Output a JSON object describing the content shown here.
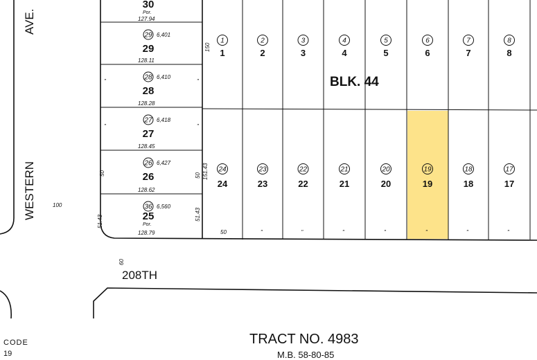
{
  "block_label": "BLK. 44",
  "streets": {
    "west": [
      "WESTERN",
      "AVE."
    ],
    "south": "208TH",
    "west_width": "100",
    "south_width": "60"
  },
  "tract": {
    "title": "TRACT  NO. 4983",
    "ref": "M.B. 58-80-85"
  },
  "code": {
    "label": "CODE",
    "value": "19"
  },
  "highlight_color": "#fde38a",
  "highlighted_lot": "19",
  "left_lots": [
    {
      "circle": "",
      "lot": "30",
      "area": "",
      "por": "Por.",
      "depth": "127.94"
    },
    {
      "circle": "29",
      "lot": "29",
      "area": "6,401",
      "por": "",
      "depth": "128.11"
    },
    {
      "circle": "28",
      "lot": "28",
      "area": "6,410",
      "por": "",
      "depth": "128.28"
    },
    {
      "circle": "27",
      "lot": "27",
      "area": "6,418",
      "por": "",
      "depth": "128.45"
    },
    {
      "circle": "26",
      "lot": "26",
      "area": "6,427",
      "por": "",
      "depth": "128.62"
    },
    {
      "circle": "36",
      "lot": "25",
      "area": "6,560",
      "por": "Por.",
      "depth": "128.79"
    }
  ],
  "left_dims": {
    "frontage": "50",
    "side": "151.43",
    "corner": "51.43",
    "rear": "150",
    "ditto": "\""
  },
  "top_lots": [
    {
      "circle": "1",
      "lot": "1"
    },
    {
      "circle": "2",
      "lot": "2"
    },
    {
      "circle": "3",
      "lot": "3"
    },
    {
      "circle": "4",
      "lot": "4"
    },
    {
      "circle": "5",
      "lot": "5"
    },
    {
      "circle": "6",
      "lot": "6"
    },
    {
      "circle": "7",
      "lot": "7"
    },
    {
      "circle": "8",
      "lot": "8"
    }
  ],
  "bottom_lots": [
    {
      "circle": "24",
      "lot": "24",
      "frontage": "50"
    },
    {
      "circle": "23",
      "lot": "23",
      "frontage": "\""
    },
    {
      "circle": "22",
      "lot": "22",
      "frontage": "\""
    },
    {
      "circle": "21",
      "lot": "21",
      "frontage": "\""
    },
    {
      "circle": "20",
      "lot": "20",
      "frontage": "\""
    },
    {
      "circle": "19",
      "lot": "19",
      "frontage": "\""
    },
    {
      "circle": "18",
      "lot": "18",
      "frontage": "\""
    },
    {
      "circle": "17",
      "lot": "17",
      "frontage": "\""
    }
  ]
}
